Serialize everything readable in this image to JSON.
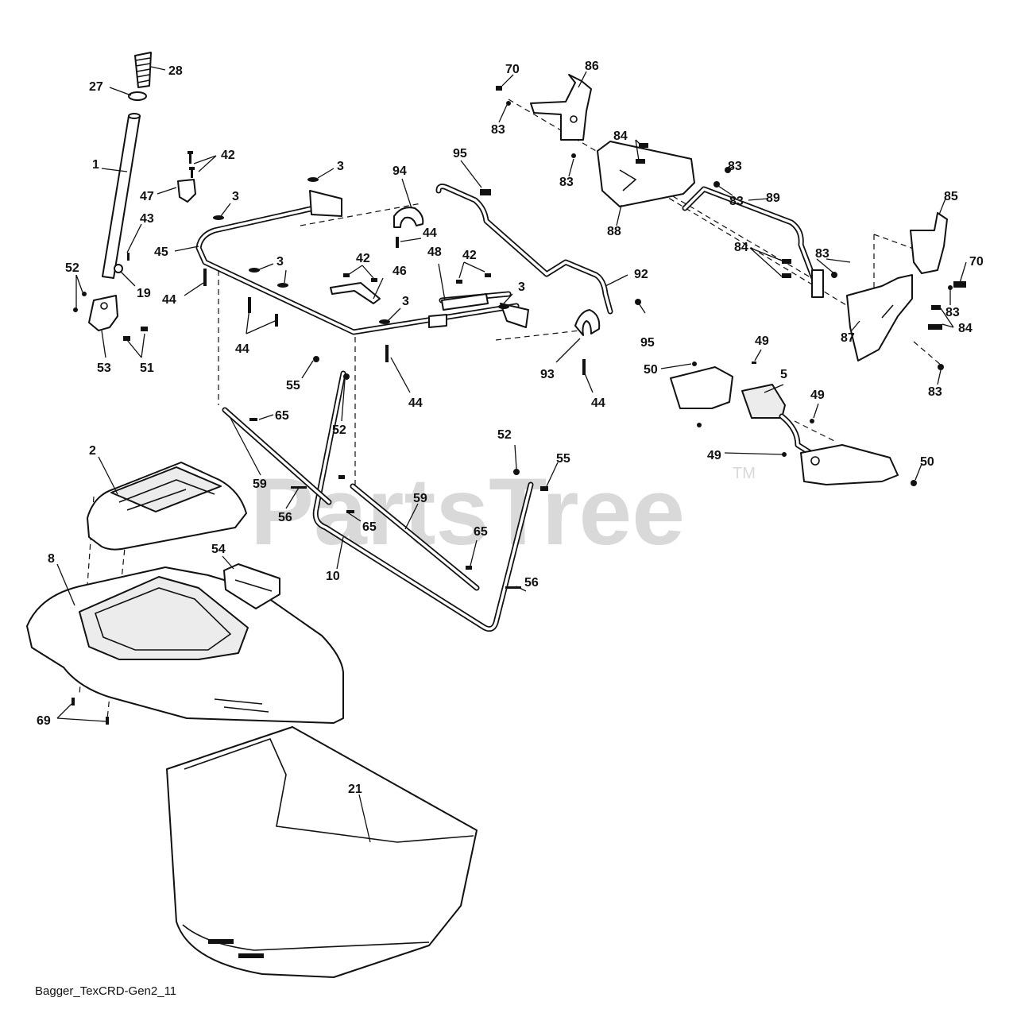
{
  "watermark": {
    "brand": "PartsTree",
    "trademark": "TM"
  },
  "diagram_ref": "Bagger_TexCRD-Gen2_11",
  "callouts": {
    "c28": "28",
    "c27": "27",
    "c1": "1",
    "c42a": "42",
    "c47": "47",
    "c43": "43",
    "c52a": "52",
    "c19": "19",
    "c45": "45",
    "c44a": "44",
    "c53": "53",
    "c51": "51",
    "c3a": "3",
    "c3b": "3",
    "c3c": "3",
    "c3d": "3",
    "c3e": "3",
    "c94": "94",
    "c95a": "95",
    "c44b": "44",
    "c42b": "42",
    "c46": "46",
    "c48": "48",
    "c42c": "42",
    "c44c": "44",
    "c92": "92",
    "c95b": "95",
    "c93": "93",
    "c44d": "44",
    "c44e": "44",
    "c55a": "55",
    "c52b": "52",
    "c65a": "65",
    "c2": "2",
    "c59a": "59",
    "c56a": "56",
    "c65b": "65",
    "c59b": "59",
    "c52c": "52",
    "c55b": "55",
    "c65c": "65",
    "c54": "54",
    "c10": "10",
    "c56b": "56",
    "c8": "8",
    "c69": "69",
    "c21": "21",
    "c70a": "70",
    "c86": "86",
    "c83a": "83",
    "c84a": "84",
    "c83b": "83",
    "c83c": "83",
    "c88": "88",
    "c89": "89",
    "c83d": "83",
    "c84b": "84",
    "c85": "85",
    "c83e": "83",
    "c70b": "70",
    "c83f": "83",
    "c84c": "84",
    "c87": "87",
    "c83g": "83",
    "c49a": "49",
    "c50a": "50",
    "c5": "5",
    "c49b": "49",
    "c49c": "49",
    "c50b": "50"
  }
}
